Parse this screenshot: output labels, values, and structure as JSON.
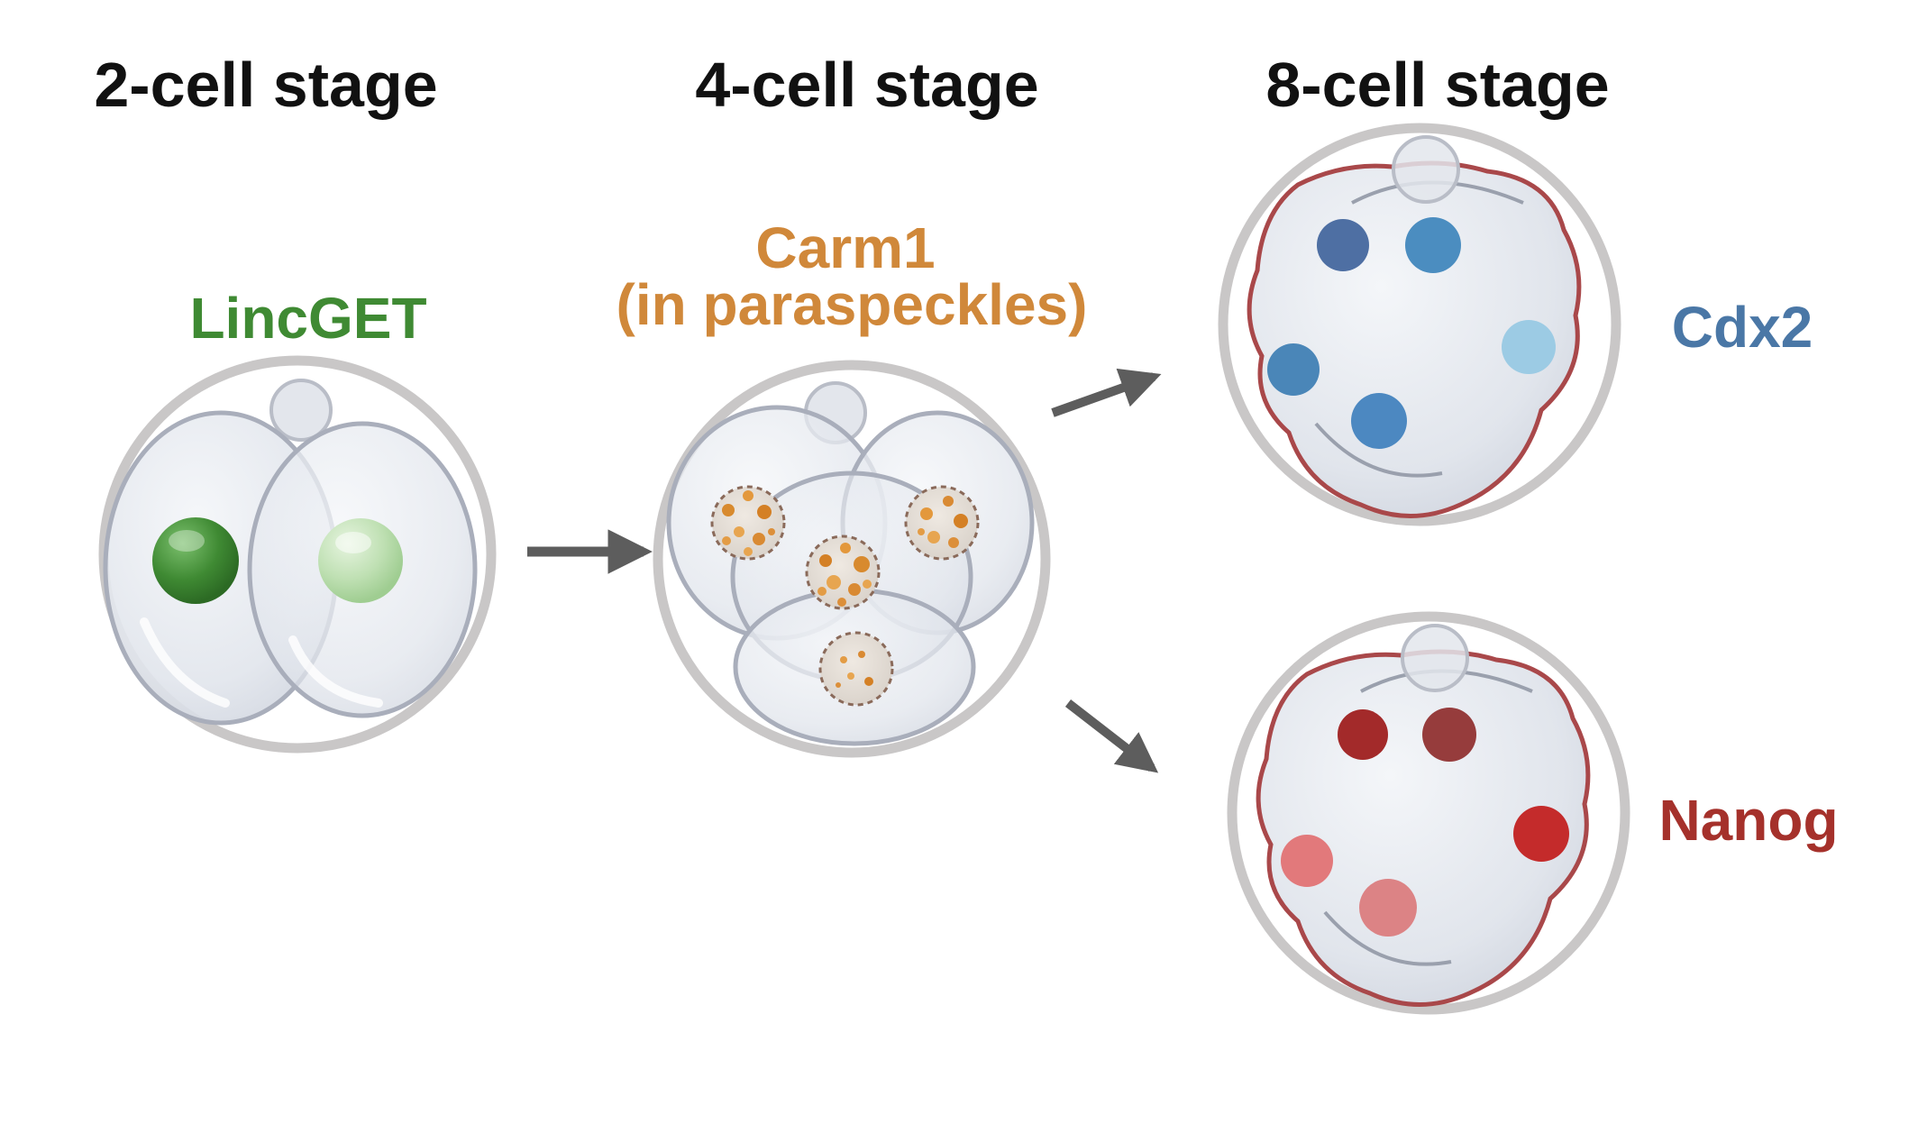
{
  "stages": [
    {
      "title": "2-cell stage"
    },
    {
      "title": "4-cell stage"
    },
    {
      "title": "8-cell stage"
    }
  ],
  "markers": {
    "lincget": {
      "label": "LincGET",
      "color": "#3f8a33"
    },
    "carm1": {
      "line1": "Carm1",
      "line2": "(in paraspeckles)",
      "color": "#d0883a"
    },
    "cdx2": {
      "label": "Cdx2",
      "color": "#4a77a6"
    },
    "nanog": {
      "label": "Nanog",
      "color": "#a5312b"
    }
  },
  "colors": {
    "zona": "#c9c7c7",
    "blastomere": "#e6e9ef",
    "blastomere_stroke": "#a9aebb",
    "arrow": "#5d5d5d",
    "morula_outline": "#a9484a",
    "cdx2_nuclei": [
      "#4e6fa3",
      "#4b8dc0",
      "#4a86b8",
      "#4c88c1",
      "#9ccbe4"
    ],
    "nanog_nuclei": [
      "#a32a2a",
      "#963c3c",
      "#c42b2b",
      "#e2797b",
      "#dc8385"
    ]
  }
}
